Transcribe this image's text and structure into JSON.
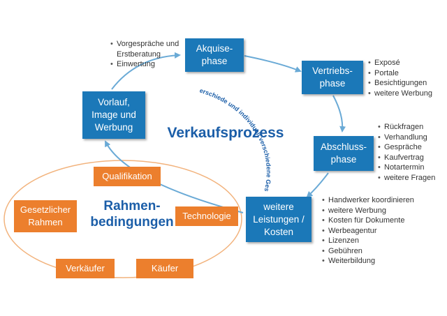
{
  "title": "Verkaufsprozess",
  "curved_label": "Regionale Unterschiede und individuell verschiedene Geschäftsmodelle",
  "frame_label": [
    "Rahmen-",
    "bedingungen"
  ],
  "phases": [
    {
      "lines": [
        "Akquise-",
        "phase"
      ],
      "items": [
        "Vorgespräche und",
        "Erstberatung",
        "Einwertung"
      ]
    },
    {
      "lines": [
        "Vertriebs-",
        "phase"
      ],
      "items": [
        "Exposé",
        "Portale",
        "Besichtigungen",
        "weitere Werbung"
      ]
    },
    {
      "lines": [
        "Abschluss-",
        "phase"
      ],
      "items": [
        "Rückfragen",
        "Verhandlung",
        "Gespräche",
        "Kaufvertrag",
        "Notartermin",
        "weitere Fragen"
      ]
    },
    {
      "lines": [
        "weitere",
        "Leistungen /",
        "Kosten"
      ],
      "items": [
        "Handwerker koordinieren",
        "weitere Werbung",
        "Kosten für Dokumente",
        "Werbeagentur",
        "Lizenzen",
        "Gebühren",
        "Weiterbildung"
      ]
    },
    {
      "lines": [
        "Vorlauf,",
        "Image und",
        "Werbung"
      ],
      "items": []
    }
  ],
  "conditions": [
    {
      "lines": [
        "Qualifikation"
      ]
    },
    {
      "lines": [
        "Technologie"
      ]
    },
    {
      "lines": [
        "Käufer"
      ]
    },
    {
      "lines": [
        "Verkäufer"
      ]
    },
    {
      "lines": [
        "Gesetzlicher",
        "Rahmen"
      ]
    }
  ],
  "colors": {
    "phase": "#1b78b8",
    "condition": "#ec7f2d",
    "title": "#1b5ea8",
    "arrow": "#6aaad6",
    "ellipse": "#f2b37d"
  }
}
